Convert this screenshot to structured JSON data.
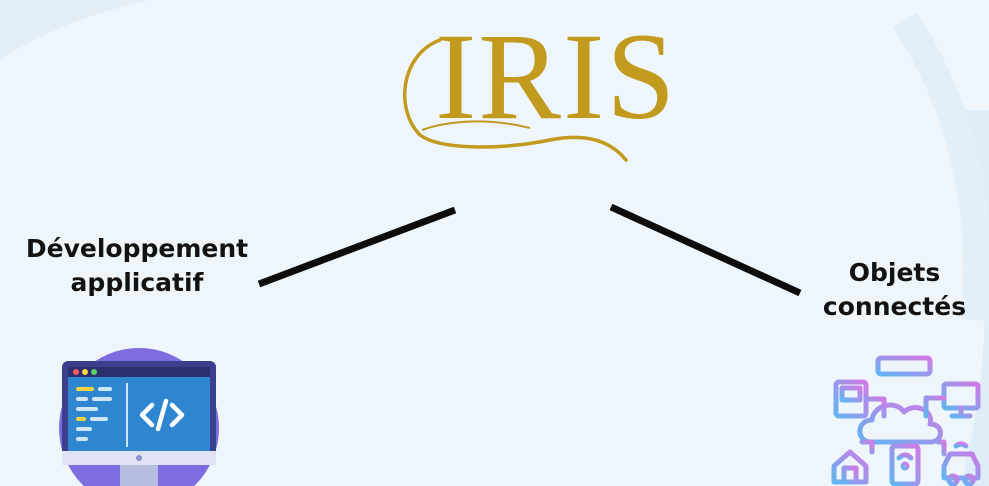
{
  "logo": {
    "text": "IRIS",
    "color": "#c29a1e"
  },
  "branches": [
    {
      "label_lines": [
        "Développement",
        "applicatif"
      ],
      "icon": "code-monitor-icon"
    },
    {
      "label_lines": [
        "Objets",
        "connectés"
      ],
      "icon": "iot-network-icon"
    }
  ],
  "colors": {
    "background": "#eef6fb",
    "line": "#0d0d0d",
    "monitor_frame": "#3c4a8a",
    "screen": "#2f86d0",
    "iot_gradient_start": "#63b4f0",
    "iot_gradient_end": "#d07ae6"
  }
}
